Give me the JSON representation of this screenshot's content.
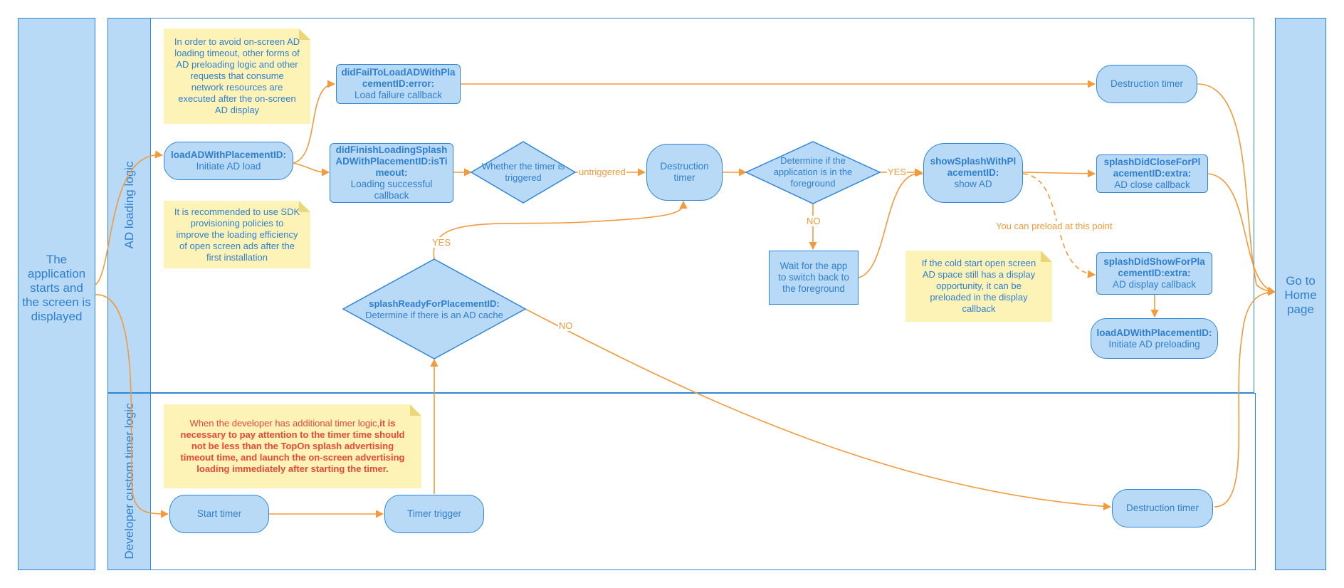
{
  "lanes": {
    "app_start": "The application starts and the screen is displayed",
    "ad_loading": "AD loading logic",
    "custom_timer": "Developer custom timer logic",
    "home": "Go to Home page"
  },
  "nodes": {
    "load_ad": {
      "method": "loadADWithPlacementID:",
      "desc": "Initiate AD load"
    },
    "fail_load": {
      "method": "didFailToLoadADWithPlacementID:error:",
      "desc": "Load failure callback"
    },
    "finish_load": {
      "method": "didFinishLoadingSplashADWithPlacementID:isTimeout:",
      "desc": "Loading successful callback"
    },
    "timer_triggered": "Whether the timer is triggered",
    "destruction_timer_mid": "Destruction timer",
    "foreground_check": "Determine if the application is in the foreground",
    "show_splash": {
      "method": "showSplashWithPlacementID:",
      "desc": "show AD"
    },
    "wait_foreground": "Wait for the app to switch back to the foreground",
    "destruction_timer_top": "Destruction timer",
    "close_callback": {
      "method": "splashDidCloseForPlacementID:extra:",
      "desc": "AD close callback"
    },
    "show_callback": {
      "method": "splashDidShowForPlacementID:extra:",
      "desc": "AD display callback"
    },
    "preload": {
      "method": "loadADWithPlacementID:",
      "desc": "Initiate AD preloading"
    },
    "splash_ready": {
      "method": "splashReadyForPlacementID:",
      "desc": "Determine if there is an AD cache"
    },
    "start_timer": "Start timer",
    "timer_trigger": "Timer trigger",
    "destruction_timer_bottom": "Destruction timer"
  },
  "notes": {
    "avoid_timeout": "In order to avoid on-screen AD loading timeout, other forms of AD preloading logic and other requests that consume network resources are executed after the on-screen AD display",
    "sdk_policy": "It is recommended to use SDK provisioning policies to improve the loading efficiency of open screen ads after the first installation",
    "cold_start": "If the cold start open screen AD space still has a display opportunity, it can be preloaded in the display callback",
    "developer_warning_lead": "When the developer has additional timer logic,",
    "developer_warning_bold": "it is necessary to pay attention to the timer time should not be less than the TopOn splash advertising timeout time, and launch the on-screen advertising loading immediately after starting the timer."
  },
  "edge_labels": {
    "untriggered": "untriggered",
    "yes_foreground": "YES",
    "no_foreground": "NO",
    "yes_ready": "YES",
    "no_ready": "NO",
    "preload_hint": "You can preload at this point"
  },
  "colors": {
    "lane_fill": "#b9daf7",
    "border": "#2f86d6",
    "text": "#2f7fd0",
    "edge": "#f29a3c",
    "note_fill": "#fdf3b6",
    "warning_text": "#e8473a"
  }
}
